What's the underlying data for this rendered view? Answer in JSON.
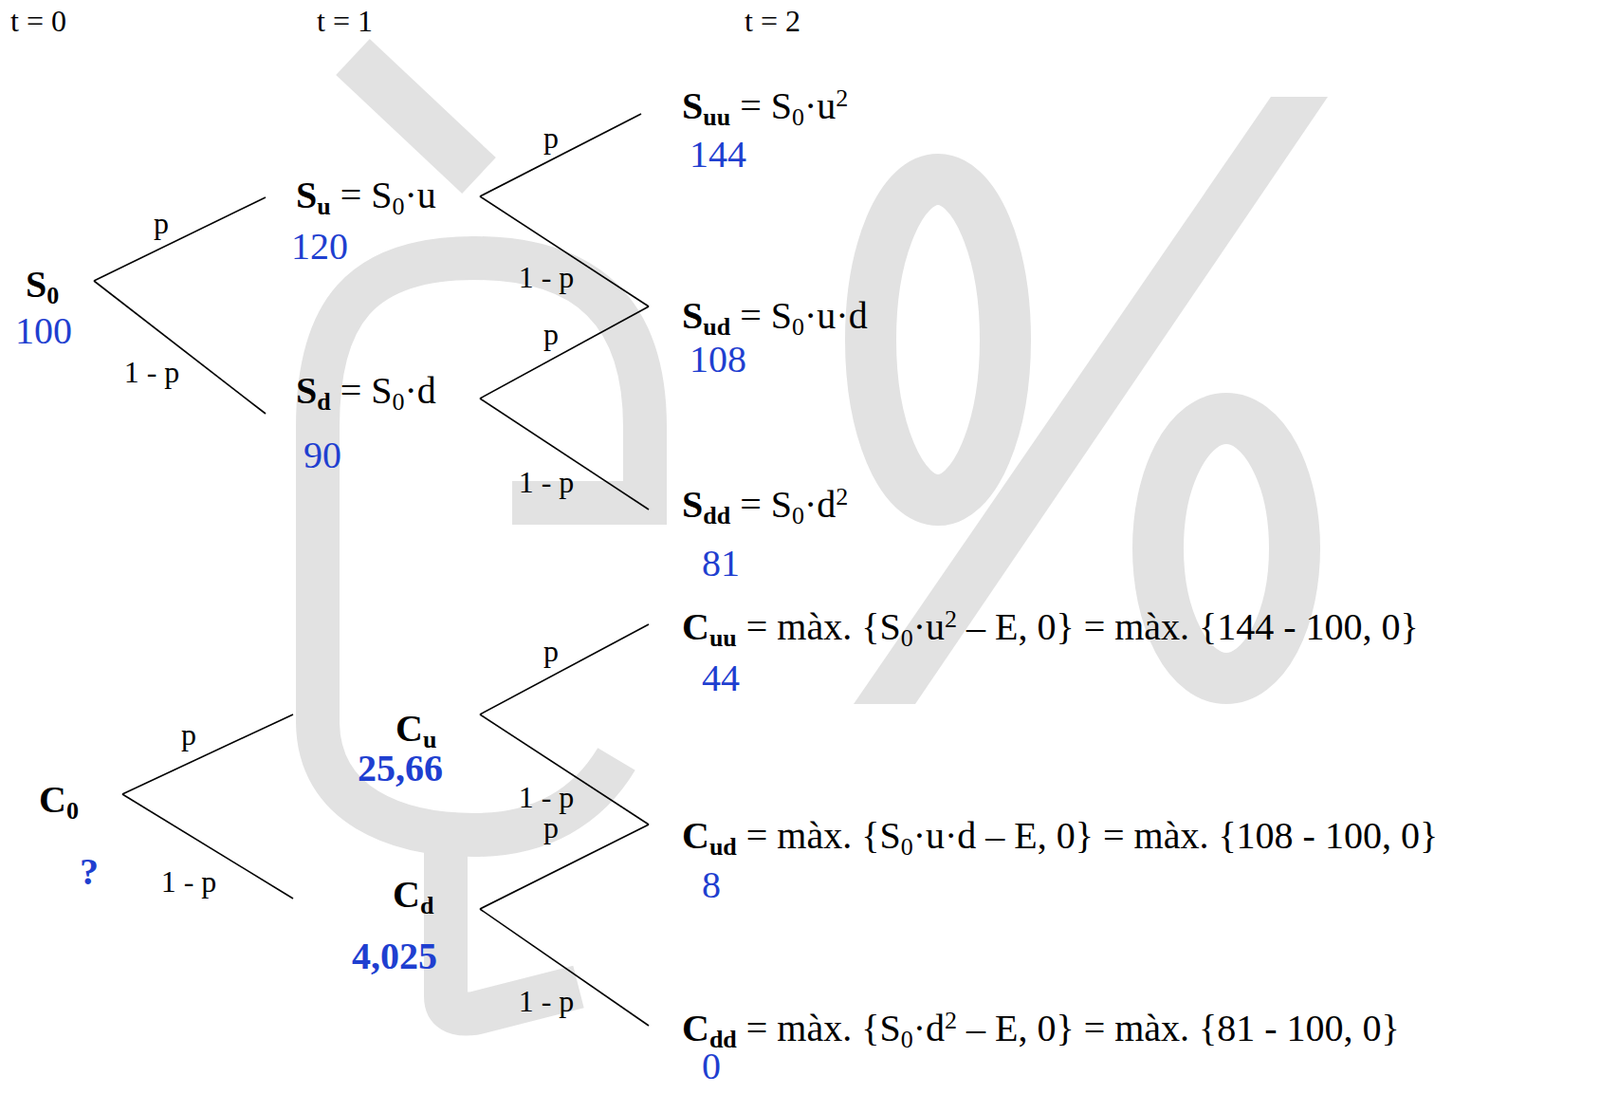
{
  "diagram": {
    "nodes": [
      {
        "text": [
          "S0",
          "100"
        ]
      },
      {
        "text": [
          "Su = S0·u",
          "120"
        ]
      },
      {
        "text": [
          "Sd = S0·d",
          "90"
        ]
      },
      {
        "text": [
          "Suu = S0·u2",
          "144"
        ]
      },
      {
        "text": [
          "Sud = S0·u·d",
          "108"
        ]
      },
      {
        "text": [
          "Sdd = S0·d2",
          "81"
        ]
      },
      {
        "text": [
          "C0",
          "?"
        ]
      },
      {
        "text": [
          "Cu",
          "25,66"
        ]
      },
      {
        "text": [
          "Cd",
          "4,025"
        ]
      },
      {
        "text": [
          "Cuu = màx. {S0·u2 – E, 0} = màx. {144 - 100, 0}",
          "44"
        ]
      },
      {
        "text": [
          "Cud = màx. {S0·u·d – E, 0} = màx. {108 - 100, 0}",
          "8"
        ]
      },
      {
        "text": [
          "Cdd = màx. {S0·d2 – E, 0} = màx. {81 - 100, 0}",
          "0"
        ]
      }
    ],
    "edges": [
      {
        "from": 0,
        "to": 1,
        "label": "p",
        "arrow": "none"
      },
      {
        "from": 0,
        "to": 2,
        "label": "1 - p",
        "arrow": "none"
      },
      {
        "from": 1,
        "to": 3,
        "label": "p",
        "arrow": "none"
      },
      {
        "from": 1,
        "to": 4,
        "label": "1 - p",
        "arrow": "none"
      },
      {
        "from": 2,
        "to": 4,
        "label": "p",
        "arrow": "none"
      },
      {
        "from": 2,
        "to": 5,
        "label": "1 - p",
        "arrow": "none"
      },
      {
        "from": 6,
        "to": 7,
        "label": "p",
        "arrow": "none"
      },
      {
        "from": 6,
        "to": 8,
        "label": "1 - p",
        "arrow": "none"
      },
      {
        "from": 7,
        "to": 9,
        "label": "p",
        "arrow": "none"
      },
      {
        "from": 7,
        "to": 10,
        "label": "1 - p",
        "arrow": "none"
      },
      {
        "from": 8,
        "to": 10,
        "label": "p",
        "arrow": "none"
      },
      {
        "from": 8,
        "to": 11,
        "label": "1 - p",
        "arrow": "none"
      }
    ],
    "labels": [
      "t = 0",
      "t = 1",
      "t = 2"
    ]
  }
}
